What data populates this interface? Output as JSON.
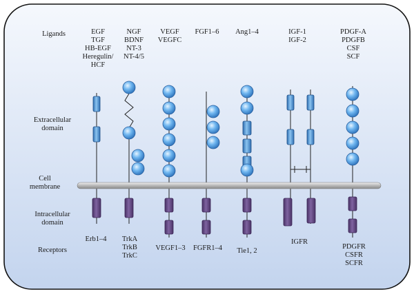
{
  "row_labels": {
    "ligands": "Ligands",
    "extracellular": [
      "Extracellular",
      "domain"
    ],
    "membrane": [
      "Cell",
      "membrane"
    ],
    "intracellular": [
      "Intracellular",
      "domain"
    ],
    "receptors": "Receptors"
  },
  "columns": [
    {
      "id": "erb",
      "ligands": [
        "EGF",
        "TGF",
        "HB-EGF",
        "Heregulin/",
        "HCF"
      ],
      "receptors": [
        "Erb1–4"
      ]
    },
    {
      "id": "trk",
      "ligands": [
        "NGF",
        "BDNF",
        "NT-3",
        "NT-4/5"
      ],
      "receptors": [
        "TrkA",
        "TrkB",
        "TrkC"
      ]
    },
    {
      "id": "vegf",
      "ligands": [
        "VEGF",
        "VEGFC"
      ],
      "receptors": [
        "VEGF1–3"
      ]
    },
    {
      "id": "fgf",
      "ligands": [
        "FGF1–6"
      ],
      "receptors": [
        "FGFR1–4"
      ]
    },
    {
      "id": "tie",
      "ligands": [
        "Ang1–4"
      ],
      "receptors": [
        "Tie1, 2"
      ]
    },
    {
      "id": "igf",
      "ligands": [
        "IGF-1",
        "IGF-2"
      ],
      "receptors": [
        "IGFR"
      ]
    },
    {
      "id": "pdgf",
      "ligands": [
        "PDGF-A",
        "PDGFB",
        "CSF",
        "SCF"
      ],
      "receptors": [
        "PDGFR",
        "CSFR",
        "SCFR"
      ]
    }
  ],
  "colors": {
    "background_top": "#f4f8fd",
    "background_bottom": "#c4d5ef",
    "border": "#111111",
    "extracellular_fill": "#5b9bd8",
    "intracellular_fill": "#6a4f86",
    "membrane_fill": "#c8c8c8"
  }
}
